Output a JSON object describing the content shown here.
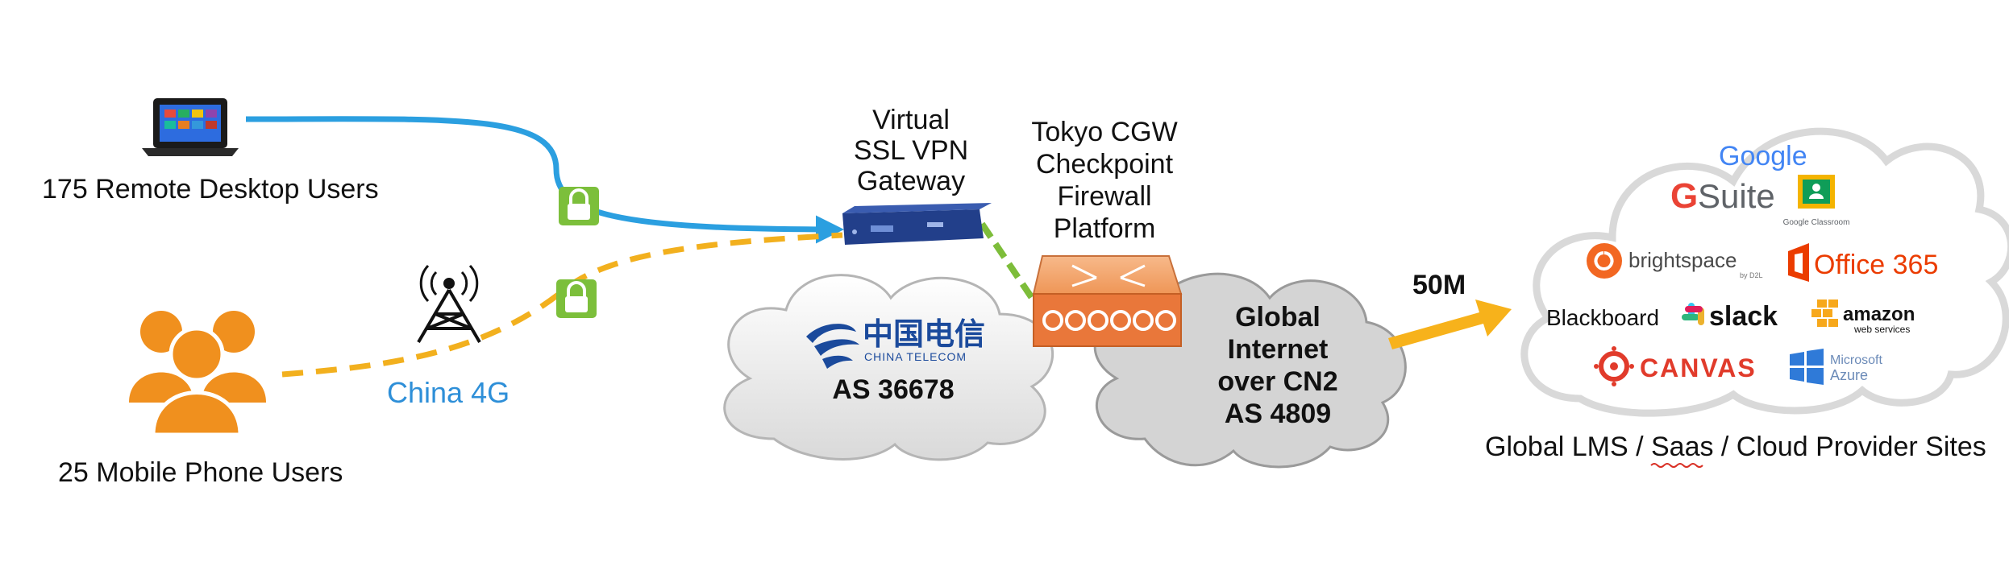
{
  "remote_users_label": "175 Remote Desktop Users",
  "mobile_users_label": "25 Mobile Phone Users",
  "china_4g_label": "China 4G",
  "vpn_gateway_lines": [
    "Virtual",
    "SSL VPN",
    "Gateway"
  ],
  "firewall_lines": [
    "Tokyo CGW",
    "Checkpoint",
    "Firewall",
    "Platform"
  ],
  "telecom": {
    "brand_cn": "中国电信",
    "brand_en": "CHINA TELECOM",
    "as_label": "AS 36678"
  },
  "internet_lines": [
    "Global",
    "Internet",
    "over CN2",
    "AS 4809"
  ],
  "bandwidth_label": "50M",
  "cloud_logos": {
    "google": "Google",
    "gsuite_g": "G",
    "gsuite_suite": "Suite",
    "google_classroom": "Google Classroom",
    "brightspace": "brightspace",
    "brightspace_sub": "by D2L",
    "office365": "Office 365",
    "blackboard": "Blackboard",
    "slack": "slack",
    "amazon": "amazon",
    "amazon_sub": "web services",
    "canvas": "CANVAS",
    "azure_line1": "Microsoft",
    "azure_line2": "Azure"
  },
  "cloud_sites_label": "Global LMS / Saas / Cloud Provider Sites",
  "colors": {
    "desktop_link": "#2b9fe0",
    "mobile_link": "#f2b01e",
    "gateway_link": "#7dbd3a",
    "bandwidth_arrow": "#f7b21b",
    "lock": "#7cbf3b",
    "user_orange": "#f0901e",
    "firewall": "#f09a55",
    "gateway": "#223f8a",
    "china_4g_text": "#2e8fd8"
  }
}
